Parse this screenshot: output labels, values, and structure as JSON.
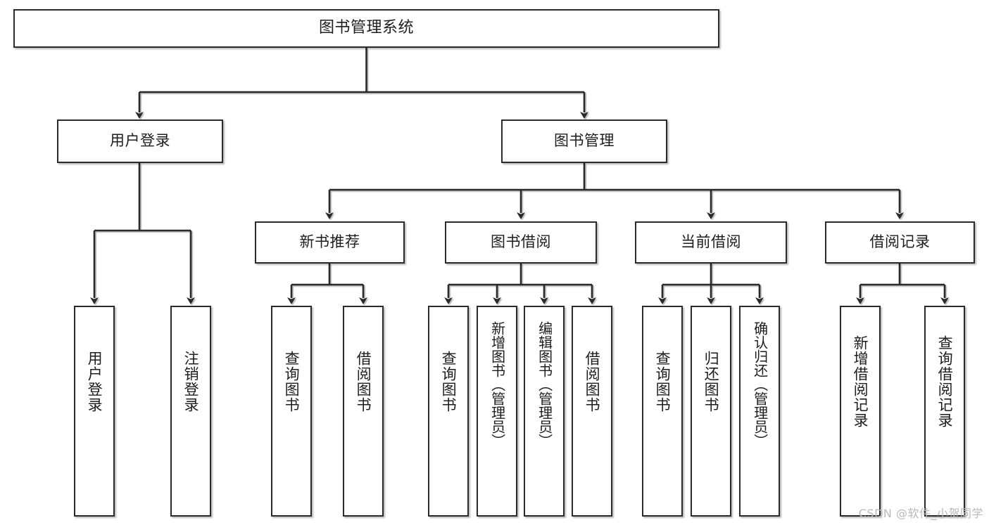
{
  "diagram": {
    "type": "tree-hierarchy",
    "title": "图书管理系统",
    "watermark": "CSDN @软件_小贺同学",
    "colors": {
      "box_border": "#2b2b2b",
      "box_fill": "#ffffff",
      "connector": "#2b2b2b",
      "text": "#1d1d1d",
      "watermark": "#b9b9b9",
      "background": "#ffffff"
    },
    "nodes": {
      "root": {
        "label": "图书管理系统",
        "level": 0
      },
      "l1": [
        {
          "id": "user-login",
          "label": "用户登录",
          "level": 1
        },
        {
          "id": "book-manage",
          "label": "图书管理",
          "level": 1
        }
      ],
      "l2": [
        {
          "id": "new-book-rec",
          "label": "新书推荐",
          "level": 2,
          "parent": "book-manage"
        },
        {
          "id": "book-borrow",
          "label": "图书借阅",
          "level": 2,
          "parent": "book-manage"
        },
        {
          "id": "current-borrow",
          "label": "当前借阅",
          "level": 2,
          "parent": "book-manage"
        },
        {
          "id": "borrow-record",
          "label": "借阅记录",
          "level": 2,
          "parent": "book-manage"
        }
      ],
      "leaves": {
        "user-login": [
          {
            "id": "leaf-user-login",
            "label": "用户登录"
          },
          {
            "id": "leaf-user-logout",
            "label": "注销登录"
          }
        ],
        "new-book-rec": [
          {
            "id": "leaf-query-book-1",
            "label": "查询图书"
          },
          {
            "id": "leaf-borrow-book-1",
            "label": "借阅图书"
          }
        ],
        "book-borrow": [
          {
            "id": "leaf-query-book-2",
            "label": "查询图书"
          },
          {
            "id": "leaf-add-book",
            "label": "新增图书（管理员）"
          },
          {
            "id": "leaf-edit-book",
            "label": "编辑图书（管理员）"
          },
          {
            "id": "leaf-borrow-book-2",
            "label": "借阅图书"
          }
        ],
        "current-borrow": [
          {
            "id": "leaf-query-book-3",
            "label": "查询图书"
          },
          {
            "id": "leaf-return-book",
            "label": "归还图书"
          },
          {
            "id": "leaf-confirm-return",
            "label": "确认归还（管理员）"
          }
        ],
        "borrow-record": [
          {
            "id": "leaf-add-record",
            "label": "新增借阅记录"
          },
          {
            "id": "leaf-query-record",
            "label": "查询借阅记录"
          }
        ]
      }
    }
  }
}
